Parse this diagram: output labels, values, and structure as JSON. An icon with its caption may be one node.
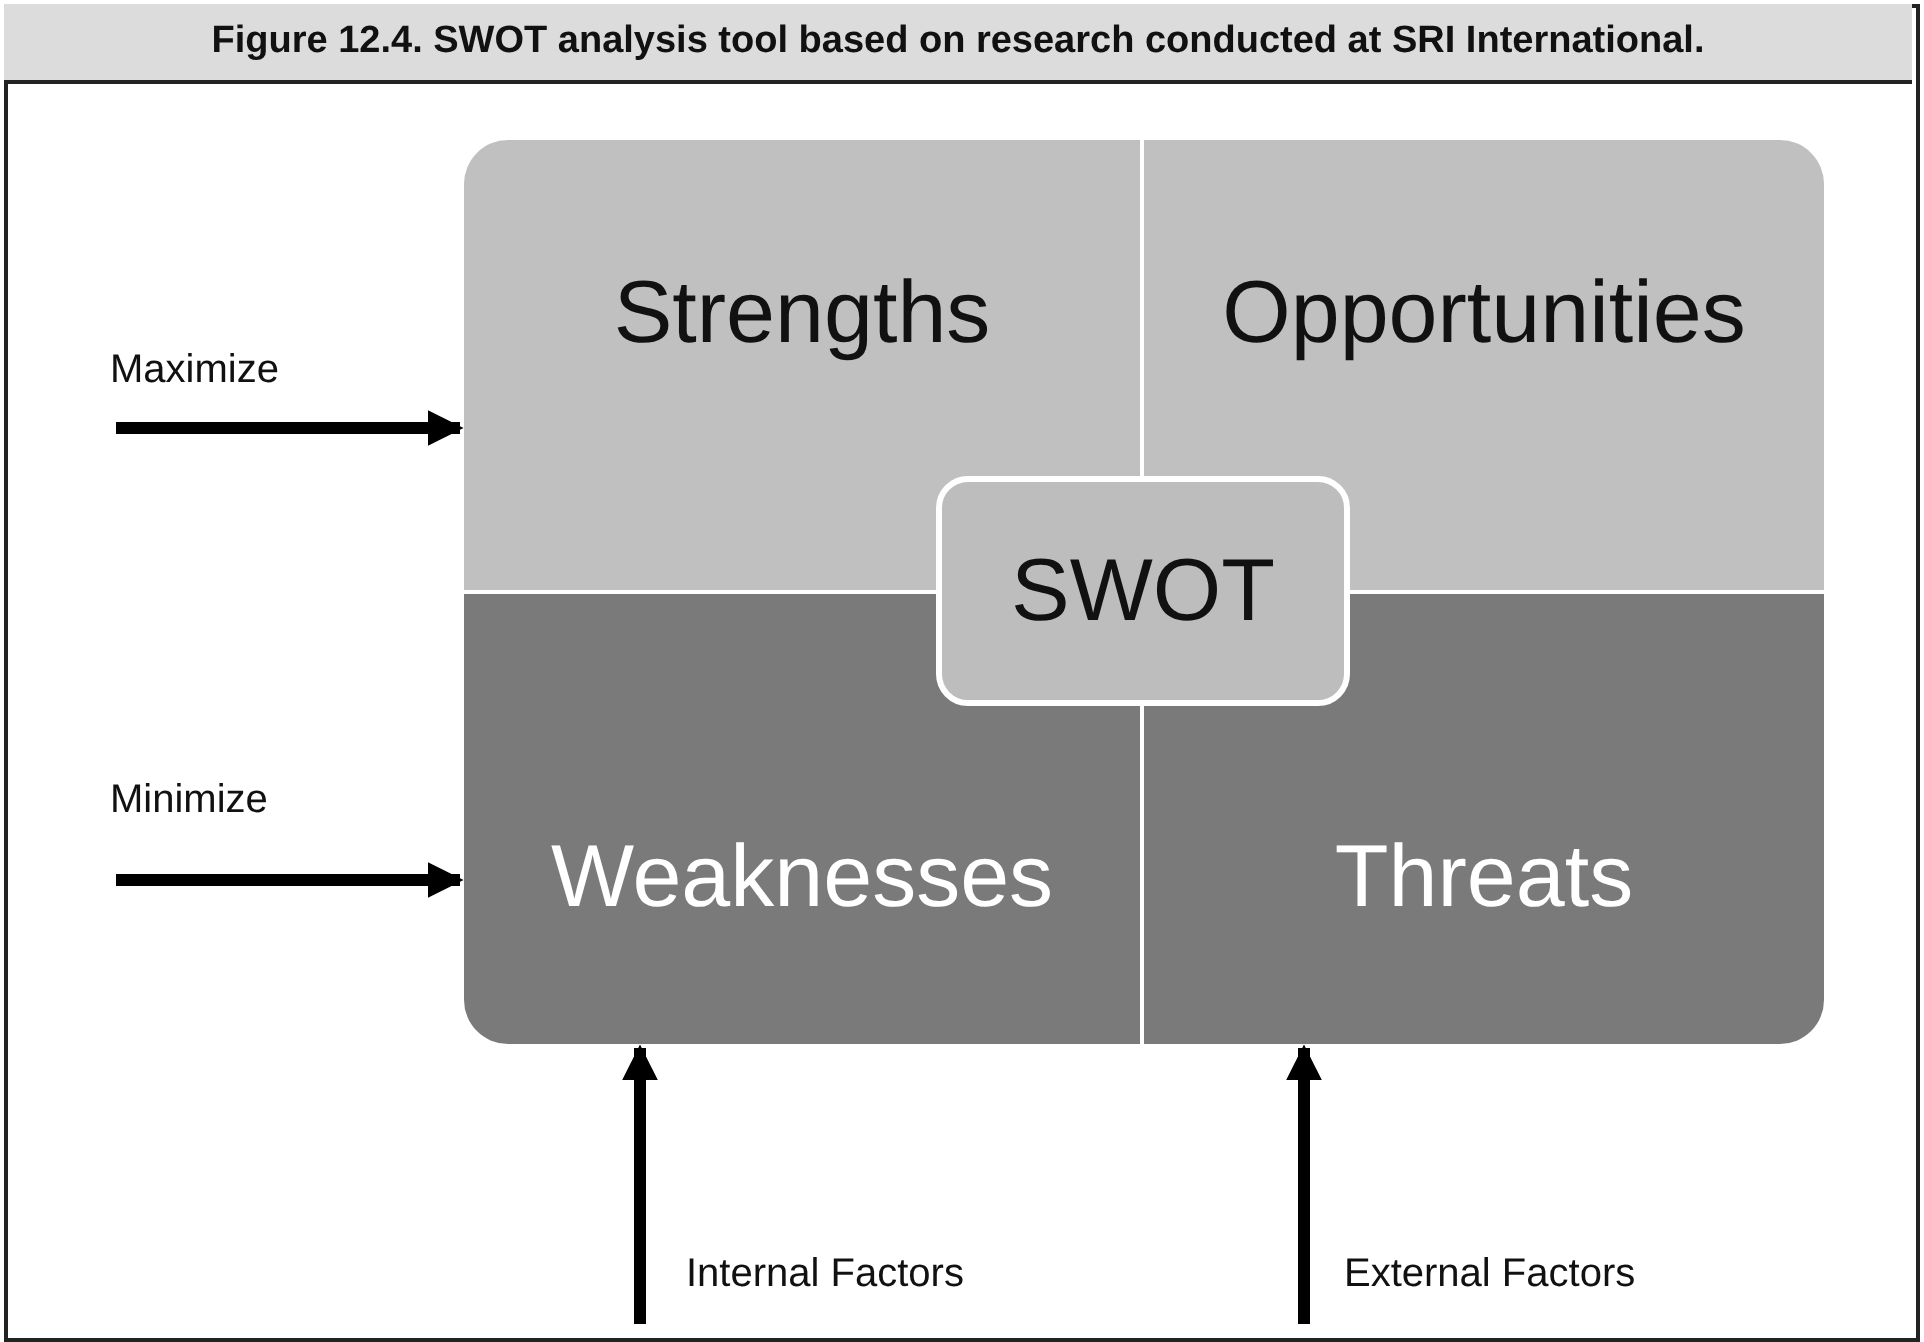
{
  "diagram": {
    "title": "Figure 12.4. SWOT analysis tool based on research conducted at SRI International.",
    "nodes": [
      {
        "text": [
          "Strengths"
        ]
      },
      {
        "text": [
          "Opportunities"
        ]
      },
      {
        "text": [
          "Weaknesses"
        ]
      },
      {
        "text": [
          "Threats"
        ]
      },
      {
        "text": [
          "SWOT"
        ]
      }
    ],
    "edges": [
      {
        "from": null,
        "to": 0,
        "arrow": "to",
        "label": "Maximize"
      },
      {
        "from": null,
        "to": 2,
        "arrow": "to",
        "label": "Minimize"
      },
      {
        "from": null,
        "to": 2,
        "arrow": "to",
        "label": "Internal Factors"
      },
      {
        "from": null,
        "to": 3,
        "arrow": "to",
        "label": "External Factors"
      }
    ]
  }
}
